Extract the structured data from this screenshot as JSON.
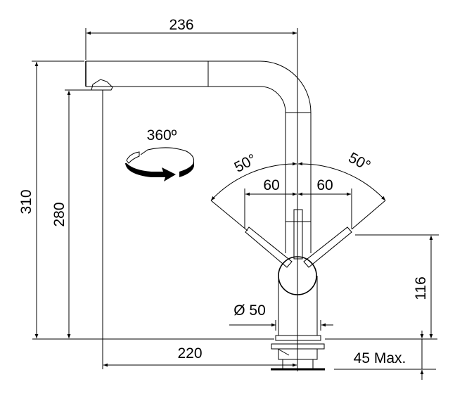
{
  "dimensions": {
    "spout_reach": "236",
    "total_height": "310",
    "spout_height": "280",
    "rotation": "360º",
    "lever_angle_left": "50°",
    "lever_angle_right": "50°",
    "lever_offset_left": "60",
    "lever_offset_right": "60",
    "lever_height": "116",
    "base_diameter": "Ø 50",
    "reach_from_axis": "220",
    "deck_thickness": "45 Max."
  },
  "colors": {
    "line": "#000000",
    "background": "#ffffff"
  }
}
